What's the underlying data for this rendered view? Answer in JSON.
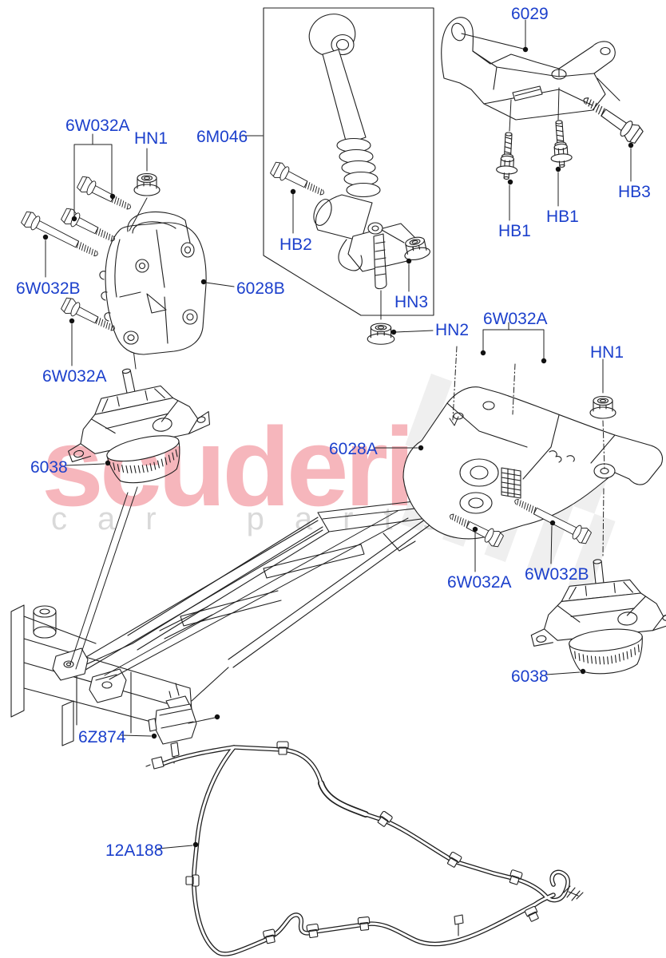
{
  "watermark": {
    "brand": "scuderia",
    "sub": "car parts"
  },
  "colors": {
    "label_blue": "#1c40cc",
    "line_dark": "#1f1f1f",
    "watermark_pink": "#e95260",
    "watermark_gray": "#d9d9d9",
    "background": "#ffffff"
  },
  "labels": [
    {
      "id": "6W032A-top",
      "text": "6W032A"
    },
    {
      "id": "HN1-top",
      "text": "HN1"
    },
    {
      "id": "6M046",
      "text": "6M046"
    },
    {
      "id": "6029",
      "text": "6029"
    },
    {
      "id": "HB2",
      "text": "HB2"
    },
    {
      "id": "6W032B-left",
      "text": "6W032B"
    },
    {
      "id": "6028B",
      "text": "6028B"
    },
    {
      "id": "HB3",
      "text": "HB3"
    },
    {
      "id": "HB1-right",
      "text": "HB1"
    },
    {
      "id": "HB1-left",
      "text": "HB1"
    },
    {
      "id": "6W032A-left",
      "text": "6W032A"
    },
    {
      "id": "HN3",
      "text": "HN3"
    },
    {
      "id": "HN2",
      "text": "HN2"
    },
    {
      "id": "6W032A-mid",
      "text": "6W032A"
    },
    {
      "id": "HN1-right",
      "text": "HN1"
    },
    {
      "id": "6028A",
      "text": "6028A"
    },
    {
      "id": "6038-left",
      "text": "6038"
    },
    {
      "id": "6W032A-bottom",
      "text": "6W032A"
    },
    {
      "id": "6W032B-bottom",
      "text": "6W032B"
    },
    {
      "id": "6038-right",
      "text": "6038"
    },
    {
      "id": "6Z874",
      "text": "6Z874"
    },
    {
      "id": "12A188",
      "text": "12A188"
    }
  ]
}
